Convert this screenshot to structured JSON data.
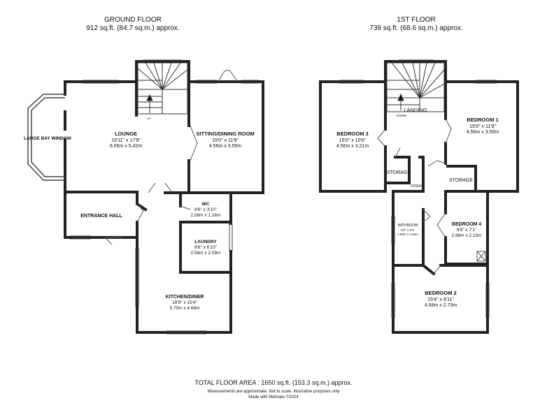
{
  "ground_floor": {
    "title": "GROUND FLOOR",
    "area": "912 sq.ft. (84.7 sq.m.) approx.",
    "stair_label": "UP",
    "rooms": [
      {
        "id": "lounge",
        "name": "LOUNGE",
        "dim_imperial": "19'11\" x 17'9\"",
        "dim_metric": "6.06m x 5.42m"
      },
      {
        "id": "sitting",
        "name": "SITTING/DINING ROOM",
        "dim_imperial": "15'0\" x 11'9\"",
        "dim_metric": "4.56m x 3.59m"
      },
      {
        "id": "bay",
        "name": "LARGE BAY WINDOW",
        "dim_imperial": "",
        "dim_metric": ""
      },
      {
        "id": "wc",
        "name": "WC",
        "dim_imperial": "8'6\" x 3'10\"",
        "dim_metric": "2.58m x 1.16m"
      },
      {
        "id": "hall",
        "name": "ENTRANCE HALL",
        "dim_imperial": "",
        "dim_metric": ""
      },
      {
        "id": "laundry",
        "name": "LAUNDRY",
        "dim_imperial": "8'6\" x 6'10\"",
        "dim_metric": "2.58m x 2.09m"
      },
      {
        "id": "kitchen",
        "name": "KITCHEN/DINER",
        "dim_imperial": "18'9\" x 15'4\"",
        "dim_metric": "5.70m x 4.68m"
      }
    ]
  },
  "first_floor": {
    "title": "1ST FLOOR",
    "area": "739 sq.ft. (68.6 sq.m.) approx.",
    "stair_label": "DOWN",
    "rooms": [
      {
        "id": "landing",
        "name": "LANDING",
        "dim_imperial": "",
        "dim_metric": ""
      },
      {
        "id": "bed1",
        "name": "BEDROOM 1",
        "dim_imperial": "15'0\" x 11'9\"",
        "dim_metric": "4.56m x 3.59m"
      },
      {
        "id": "bed3",
        "name": "BEDROOM 3",
        "dim_imperial": "15'0\" x 10'6\"",
        "dim_metric": "4.56m x 3.21m"
      },
      {
        "id": "storage1",
        "name": "STORAGE",
        "dim_imperial": "",
        "dim_metric": ""
      },
      {
        "id": "storage2",
        "name": "STORAGE",
        "dim_imperial": "",
        "dim_metric": ""
      },
      {
        "id": "storage3",
        "name": "STORAGE",
        "dim_imperial": "",
        "dim_metric": ""
      },
      {
        "id": "bathroom",
        "name": "BATHROOM",
        "dim_imperial": "9'9\" x 5'0\"",
        "dim_metric": "2.98m x 1.52m"
      },
      {
        "id": "bed4",
        "name": "BEDROOM 4",
        "dim_imperial": "9'9\" x 7'1\"",
        "dim_metric": "2.98m x 2.15m"
      },
      {
        "id": "bed2",
        "name": "BEDROOM 2",
        "dim_imperial": "15'4\" x 8'11\"",
        "dim_metric": "4.68m x 2.73m"
      }
    ]
  },
  "footer": {
    "total": "TOTAL FLOOR AREA : 1650 sq.ft. (153.3 sq.m.) approx.",
    "disclaimer": "Measurements are approximate.  Not to scale.  Illustrative purposes only",
    "credit": "Made with Metropix ©2024"
  }
}
